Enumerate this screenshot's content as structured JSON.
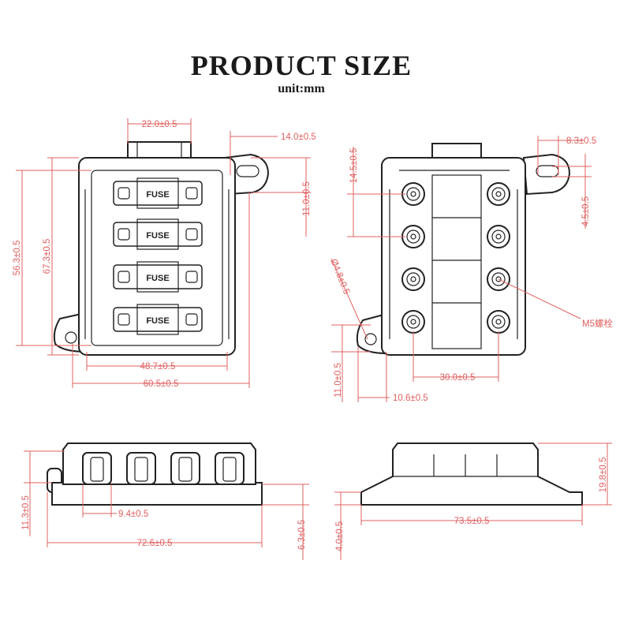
{
  "header": {
    "title": "PRODUCT SIZE",
    "unit": "unit:mm"
  },
  "top_view": {
    "fuse_label": "FUSE",
    "dims": {
      "tab_width": "22.0±0.5",
      "ear_offset": "14.0±0.5",
      "ear_height": "11.0±0.5",
      "inner_height": "56.3±0.5",
      "outer_height": "67.3±0.5",
      "inner_width": "48.7±0.5",
      "outer_width": "60.5±0.5"
    }
  },
  "bolt_view": {
    "dims": {
      "stud_offset": "14.5±0.5",
      "ear_width": "8.3±0.5",
      "ear_slot": "4.5±0.5",
      "hole_dia": "Ø4.8±0.5",
      "bolt_callout": "M5螺栓",
      "stud_pitch": "30.0±0.5",
      "base_height": "11.0±0.5",
      "base_offset": "10.6±0.5"
    }
  },
  "front_view": {
    "dims": {
      "height": "11.3±0.5",
      "nut_width": "9.4±0.5",
      "length": "72.6±0.5",
      "base_thickness": "6.3±0.5"
    }
  },
  "side_view": {
    "dims": {
      "height": "19.8±0.5",
      "length": "73.5±0.5",
      "flange_thickness": "4.0±0.5"
    }
  }
}
